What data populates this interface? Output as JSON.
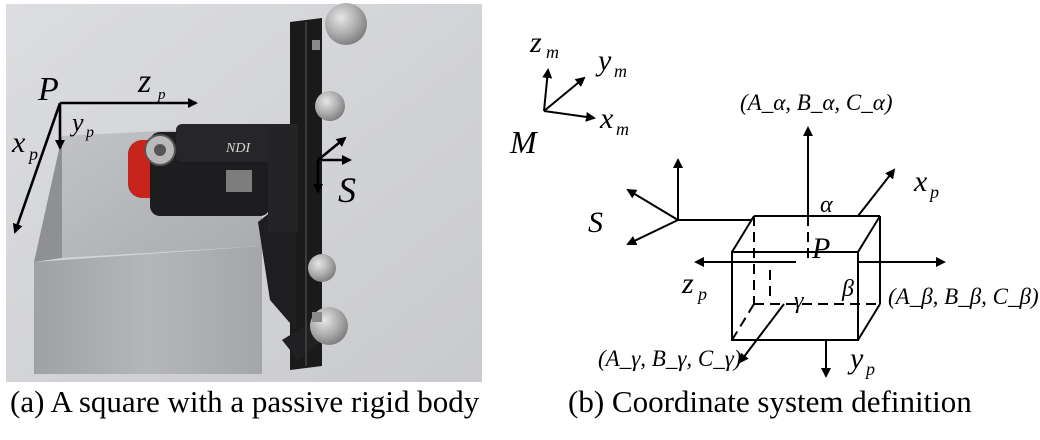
{
  "photo": {
    "labels": {
      "origin": "P",
      "zp": "z",
      "zp_sub": "p",
      "yp": "y",
      "yp_sub": "p",
      "xp": "x",
      "xp_sub": "p",
      "s": "S",
      "brand": "NDI"
    },
    "caption": "(a) A square with a passive rigid body"
  },
  "diagram": {
    "labels": {
      "zm": "z",
      "zm_sub": "m",
      "ym": "y",
      "ym_sub": "m",
      "xm": "x",
      "xm_sub": "m",
      "m": "M",
      "s": "S",
      "p": "P",
      "alpha": "α",
      "beta": "β",
      "gamma": "γ",
      "xp": "x",
      "xp_sub": "p",
      "zp": "z",
      "zp_sub": "p",
      "yp": "y",
      "yp_sub": "p",
      "point_alpha": "(A_α, B_α, C_α)",
      "point_beta": "(A_β, B_β, C_β)",
      "point_gamma": "(A_γ, B_γ, C_γ)"
    },
    "caption": "(b) Coordinate system definition"
  }
}
